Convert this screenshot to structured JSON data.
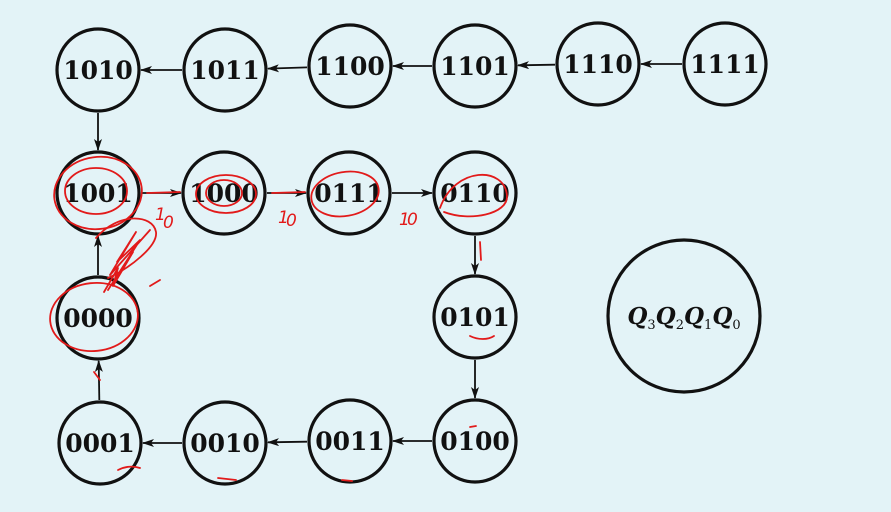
{
  "diagram": {
    "states": [
      {
        "id": "s1111",
        "label": "1111"
      },
      {
        "id": "s1110",
        "label": "1110"
      },
      {
        "id": "s1101",
        "label": "1101"
      },
      {
        "id": "s1100",
        "label": "1100"
      },
      {
        "id": "s1011",
        "label": "1011"
      },
      {
        "id": "s1010",
        "label": "1010"
      },
      {
        "id": "s1001",
        "label": "1001"
      },
      {
        "id": "s1000",
        "label": "1000"
      },
      {
        "id": "s0111",
        "label": "0111"
      },
      {
        "id": "s0110",
        "label": "0110"
      },
      {
        "id": "s0101",
        "label": "0101"
      },
      {
        "id": "s0100",
        "label": "0100"
      },
      {
        "id": "s0011",
        "label": "0011"
      },
      {
        "id": "s0010",
        "label": "0010"
      },
      {
        "id": "s0001",
        "label": "0001"
      },
      {
        "id": "s0000",
        "label": "0000"
      }
    ],
    "transitions": [
      {
        "from": "s1111",
        "to": "s1110"
      },
      {
        "from": "s1110",
        "to": "s1101"
      },
      {
        "from": "s1101",
        "to": "s1100"
      },
      {
        "from": "s1100",
        "to": "s1011"
      },
      {
        "from": "s1011",
        "to": "s1010"
      },
      {
        "from": "s1010",
        "to": "s1001"
      },
      {
        "from": "s1001",
        "to": "s1000"
      },
      {
        "from": "s1000",
        "to": "s0111"
      },
      {
        "from": "s0111",
        "to": "s0110"
      },
      {
        "from": "s0110",
        "to": "s0101"
      },
      {
        "from": "s0101",
        "to": "s0100"
      },
      {
        "from": "s0100",
        "to": "s0011"
      },
      {
        "from": "s0011",
        "to": "s0010"
      },
      {
        "from": "s0010",
        "to": "s0001"
      },
      {
        "from": "s0001",
        "to": "s0000"
      },
      {
        "from": "s0000",
        "to": "s1001"
      }
    ],
    "legend": {
      "variables": [
        {
          "base": "Q",
          "sub": "3"
        },
        {
          "base": "Q",
          "sub": "2"
        },
        {
          "base": "Q",
          "sub": "1"
        },
        {
          "base": "Q",
          "sub": "0"
        }
      ]
    }
  },
  "annotations": {
    "ink_color": "#e21a1a",
    "notes": [
      "1",
      "0",
      "1",
      "0",
      "1",
      "0"
    ]
  },
  "colors": {
    "background": "#e3f3f7",
    "stroke": "#111111"
  }
}
